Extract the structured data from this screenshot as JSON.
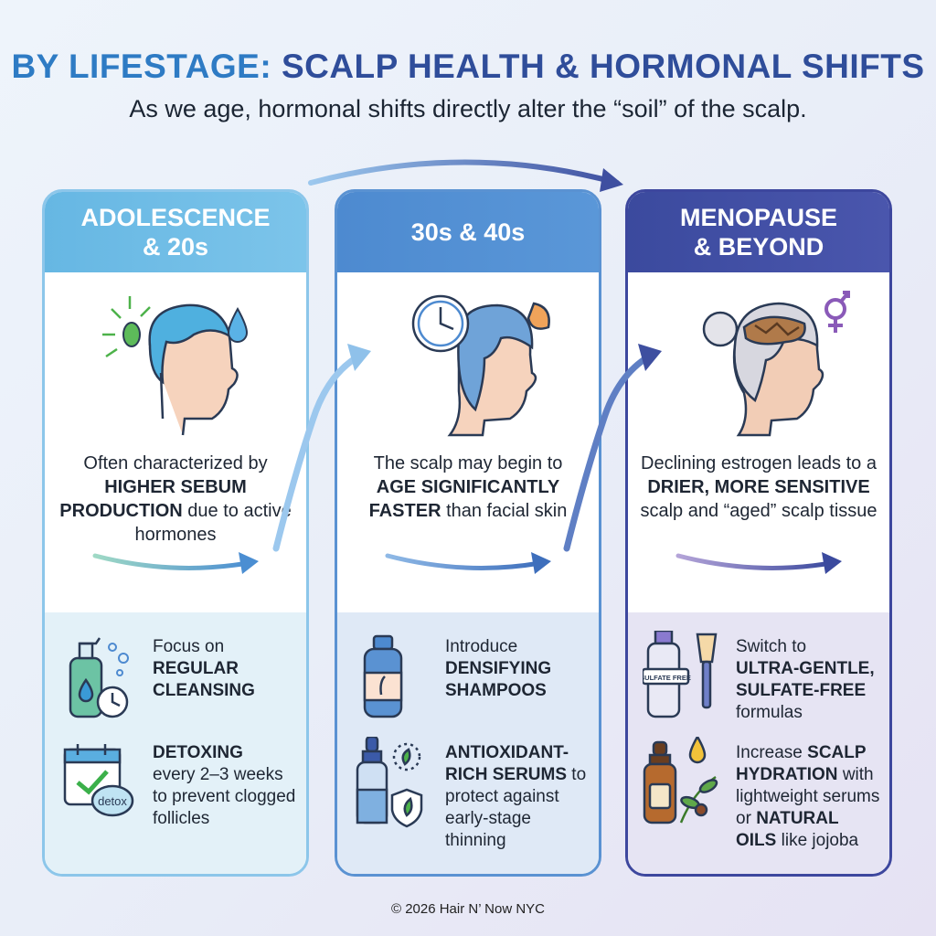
{
  "header": {
    "title_part1": "BY LIFESTAGE:",
    "title_part2": "SCALP HEALTH & HORMONAL SHIFTS",
    "subtitle": "As we age, hormonal shifts directly alter the “soil” of the scalp."
  },
  "columns": [
    {
      "heading_line1": "ADOLESCENCE",
      "heading_line2": "& 20s",
      "desc_pre": "Often characterized by",
      "desc_bold": "HIGHER SEBUM PRODUCTION",
      "desc_post": "due to active hormones",
      "tips": [
        {
          "pre": "Focus on",
          "bold": "REGULAR CLEANSING",
          "post": ""
        },
        {
          "pre": "",
          "bold": "DETOXING",
          "post": "every 2–3 weeks to prevent clogged follicles"
        }
      ],
      "icon_badge": "detox"
    },
    {
      "heading_line1": "30s & 40s",
      "heading_line2": "",
      "desc_pre": "The scalp may begin to",
      "desc_bold": "AGE SIGNIFICANTLY FASTER",
      "desc_post": "than facial skin",
      "tips": [
        {
          "pre": "Introduce",
          "bold": "DENSIFYING SHAMPOOS",
          "post": ""
        },
        {
          "pre": "",
          "bold": "ANTIOXIDANT-RICH SERUMS",
          "post": "to protect against early-stage thinning"
        }
      ]
    },
    {
      "heading_line1": "MENOPAUSE",
      "heading_line2": "& BEYOND",
      "desc_pre": "Declining estrogen leads to a",
      "desc_bold": "DRIER, MORE SENSITIVE",
      "desc_post": "scalp and “aged” scalp tissue",
      "tips": [
        {
          "pre": "Switch to",
          "bold": "ULTRA-GENTLE, SULFATE-FREE",
          "post": "formulas"
        },
        {
          "pre": "Increase",
          "bold": "SCALP HYDRATION",
          "post": "with lightweight serums or",
          "bold2": "NATURAL OILS",
          "post2": "like jojoba"
        }
      ],
      "icon_badge": "SULFATE FREE"
    }
  ],
  "footer": "© 2026 Hair N’ Now NYC",
  "colors": {
    "light_blue": "#7cc4ea",
    "mid_blue": "#4d8ad0",
    "indigo": "#3b4a9e",
    "title_blue": "#2e7bc4"
  }
}
